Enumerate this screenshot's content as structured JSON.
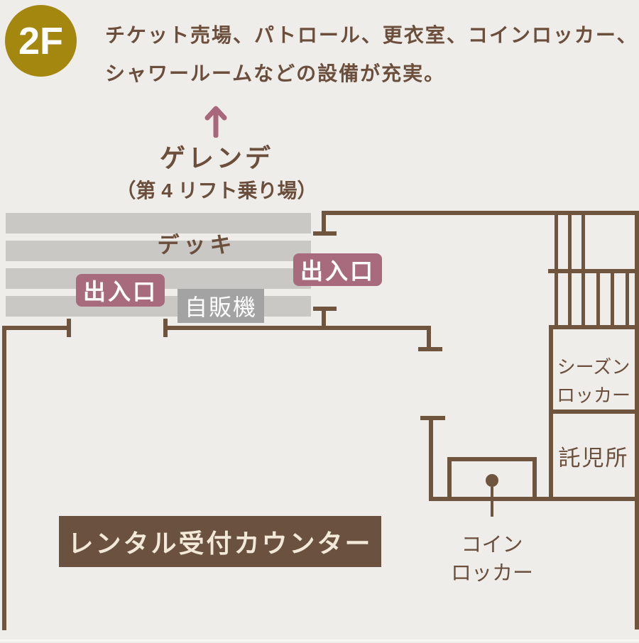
{
  "floor_badge": {
    "label": "2F"
  },
  "description": {
    "line1": "チケット売場、パトロール、更衣室、コインロッカー、",
    "line2": "シャワールームなどの設備が充実。"
  },
  "slope": {
    "name": "ゲレンデ",
    "sub": "（第 4 リフト乗り場）"
  },
  "map": {
    "deck_label": "デッキ",
    "exits": [
      {
        "label": "出入口"
      },
      {
        "label": "出入口"
      }
    ],
    "vending_label": "自販機",
    "season_locker": {
      "line1": "シーズン",
      "line2": "ロッカー"
    },
    "daycare_label": "託児所",
    "coin_locker": {
      "line1": "コイン",
      "line2": "ロッカー"
    },
    "rental_label": "レンタル受付カウンター"
  },
  "colors": {
    "background": "#efedea",
    "wall": "#6f543e",
    "text": "#6b4e3b",
    "deck_stripe": "#c9c8c5",
    "exit_badge": "#a76b7d",
    "vending_badge": "#a3a3a3",
    "floor_badge": "#a3870f",
    "rental_box": "#6b5140",
    "rental_text": "#f2e9d8",
    "arrow": "#a8677d"
  }
}
